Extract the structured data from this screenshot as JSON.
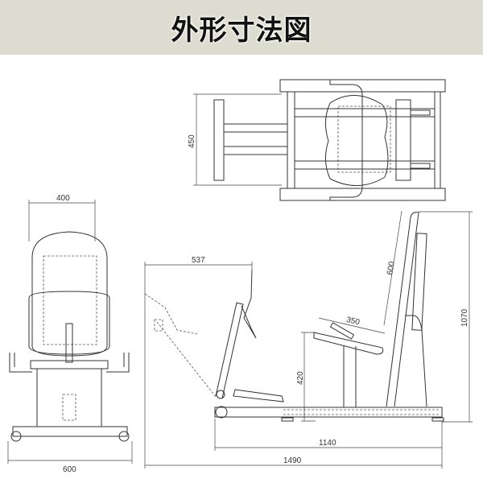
{
  "title": "外形寸法図",
  "colors": {
    "header_bg": "#dcdcd0",
    "line": "#333333"
  },
  "views": {
    "top": {
      "width_label": "450"
    },
    "front": {
      "seat_width_label": "400",
      "base_width_label": "600"
    },
    "side": {
      "footrest_reach_label": "537",
      "backrest_length_label": "600",
      "seat_depth_label": "350",
      "seat_height_label": "420",
      "total_height_label": "1070",
      "base_length_label": "1140",
      "total_length_label": "1490"
    }
  }
}
